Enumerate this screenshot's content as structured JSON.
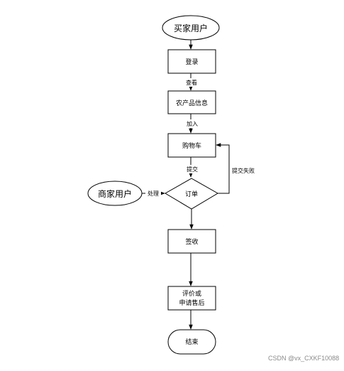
{
  "nodes": {
    "buyer": "买家用户",
    "login": "登录",
    "product_info": "农产品信息",
    "cart": "购物车",
    "order": "订单",
    "merchant": "商家用户",
    "receive": "签收",
    "review_line1": "评价或",
    "review_line2": "申请售后",
    "end": "结束"
  },
  "edges": {
    "view": "查看",
    "add": "加入",
    "submit": "提交",
    "submit_fail": "提交失败",
    "process": "处理"
  },
  "watermark": "CSDN @vx_CXKF10088",
  "colors": {
    "stroke": "#000000",
    "background": "#ffffff"
  }
}
